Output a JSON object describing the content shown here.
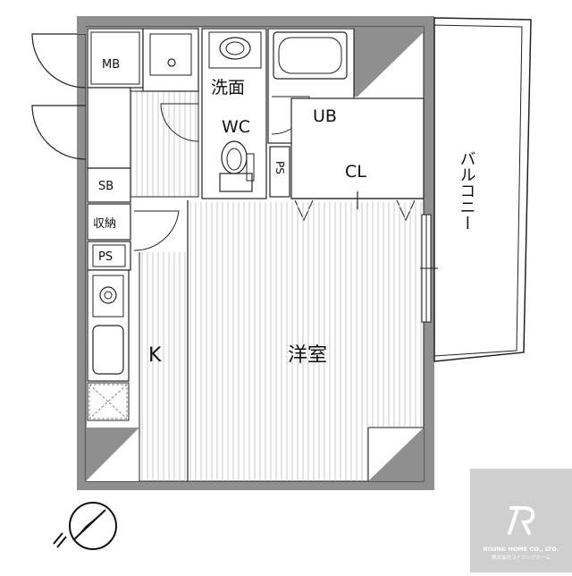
{
  "rooms": {
    "mb": "MB",
    "sb": "SB",
    "storage": "収納",
    "ps_left": "PS",
    "ps_center": "PS",
    "washroom": "洗面",
    "wc": "WC",
    "ub": "UB",
    "closet": "CL",
    "balcony": "バルコニー",
    "kitchen": "K",
    "western_room": "洋室"
  },
  "logo": {
    "name": "RISING HOME CO., LTD.",
    "subtitle": "株式会社ライジングホーム"
  },
  "colors": {
    "wall": "#8f8f8f",
    "logo_bg": "#cfcfcf"
  },
  "icons": {
    "compass": "north-arrow-icon"
  }
}
